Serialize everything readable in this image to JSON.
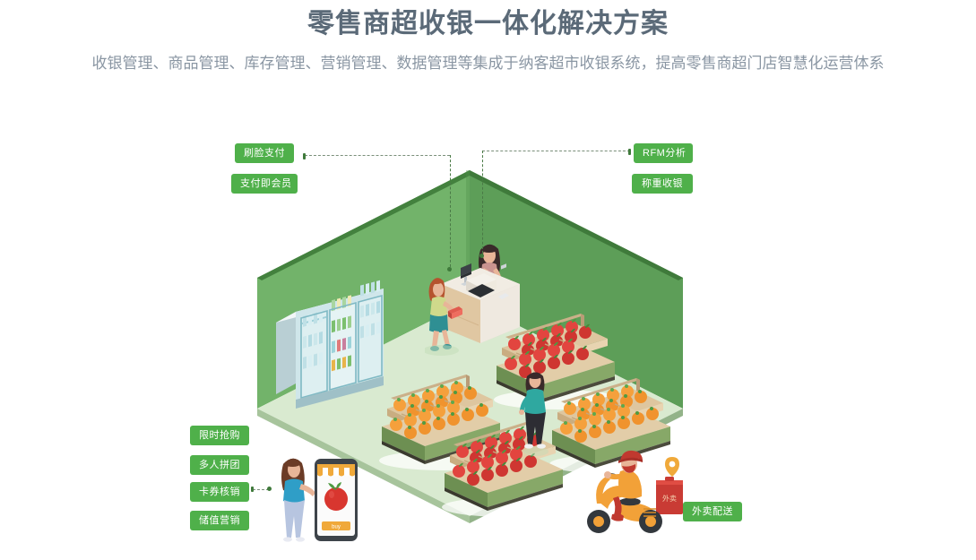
{
  "header": {
    "title": "零售商超收银一体化解决方案",
    "subtitle": "收银管理、商品管理、库存管理、营销管理、数据管理等集成于纳客超市收银系统，提高零售商超门店智慧化运营体系"
  },
  "colors": {
    "tag_green": "#4fb04a",
    "title_gray": "#5b6a78",
    "subtitle_gray": "#8a96a3",
    "wall_left": "#72b36a",
    "wall_right": "#5d9e58",
    "wall_top_edge": "#3f7a3b",
    "floor": "#d9ead0",
    "floor_edge": "#a7c49c",
    "background": "#ffffff"
  },
  "tags": {
    "top_left": [
      {
        "label": "刷脸支付",
        "name": "tag-face-payment"
      },
      {
        "label": "支付即会员",
        "name": "tag-pay-to-member"
      }
    ],
    "top_right": [
      {
        "label": "RFM分析",
        "name": "tag-rfm-analysis"
      },
      {
        "label": "称重收银",
        "name": "tag-weigh-checkout"
      }
    ],
    "bottom_left": [
      {
        "label": "限时抢购",
        "name": "tag-flash-sale"
      },
      {
        "label": "多人拼团",
        "name": "tag-group-buy"
      },
      {
        "label": "卡券核销",
        "name": "tag-coupon-redeem"
      },
      {
        "label": "储值营销",
        "name": "tag-stored-value"
      }
    ],
    "bottom_right": [
      {
        "label": "外卖配送",
        "name": "tag-takeout-delivery"
      }
    ]
  },
  "scene": {
    "phone_button_label": "buy",
    "delivery_box_label": "外卖",
    "objects": [
      {
        "name": "refrigerated-display-case",
        "desc": "三门冷藏柜"
      },
      {
        "name": "checkout-counter",
        "desc": "收银台"
      },
      {
        "name": "cashier-person",
        "desc": "收银员"
      },
      {
        "name": "customer-at-counter",
        "desc": "结账顾客"
      },
      {
        "name": "customer-at-shelf",
        "desc": "挑选商品顾客"
      },
      {
        "name": "mobile-shopper",
        "desc": "手机下单顾客"
      },
      {
        "name": "delivery-rider",
        "desc": "外卖骑手"
      },
      {
        "name": "produce-shelf-oranges-left",
        "desc": "橙子货架"
      },
      {
        "name": "produce-shelf-apples-center",
        "desc": "苹果货架"
      },
      {
        "name": "produce-shelf-apples-back",
        "desc": "苹果货架"
      },
      {
        "name": "produce-shelf-oranges-right",
        "desc": "橙子货架"
      }
    ]
  }
}
